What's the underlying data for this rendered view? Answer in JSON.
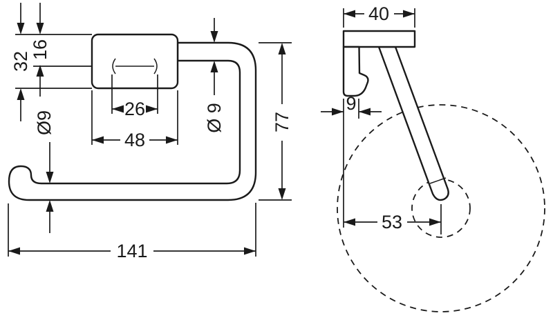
{
  "drawing": {
    "type": "technical-dimension-drawing",
    "subject": "wall-mounted roll holder, front and side views with dashed roll silhouette",
    "front_view": {
      "width_overall": "141",
      "height_overall": "77",
      "plate_width": "48",
      "hole_spacing": "26",
      "plate_height": "32",
      "plate_top_to_holes": "16",
      "bar_diameter_bottom": "Ø9",
      "bar_diameter_top": "Ø 9"
    },
    "side_view": {
      "depth": "40",
      "plate_thickness": "9",
      "wall_to_roll_center": "53"
    },
    "colors": {
      "line": "#1a1a1a",
      "background": "#ffffff"
    }
  }
}
